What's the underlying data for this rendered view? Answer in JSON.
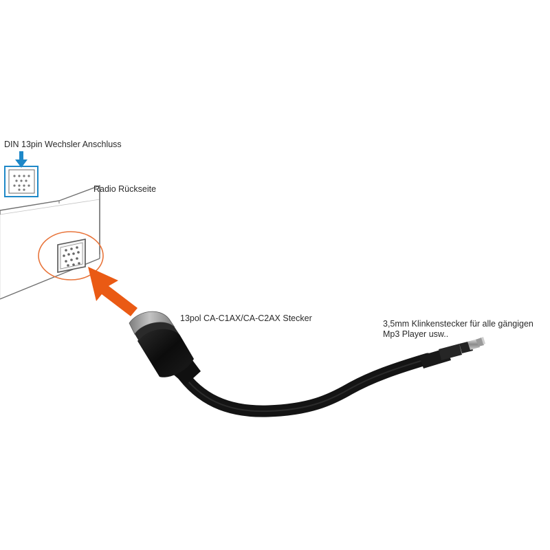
{
  "labels": {
    "din_port": "DIN 13pin Wechsler Anschluss",
    "radio_back": "Radio Rückseite",
    "plug": "13pol CA-C1AX/CA-C2AX Stecker",
    "jack_line1": "3,5mm Klinkenstecker für alle gängigen",
    "jack_line2": "Mp3 Player usw.."
  },
  "colors": {
    "highlight_blue": "#1e88c8",
    "arrow_orange": "#ea5a14",
    "circle_orange": "#e8743a",
    "cable_black": "#141414",
    "housing_gray": "#9a9a9a",
    "outline_gray": "#6a6a6a"
  },
  "icons": {
    "port_icon": "din-13pin-socket-icon",
    "down_arrow": "blue-down-arrow-icon",
    "insert_arrow": "orange-insert-arrow-icon"
  }
}
